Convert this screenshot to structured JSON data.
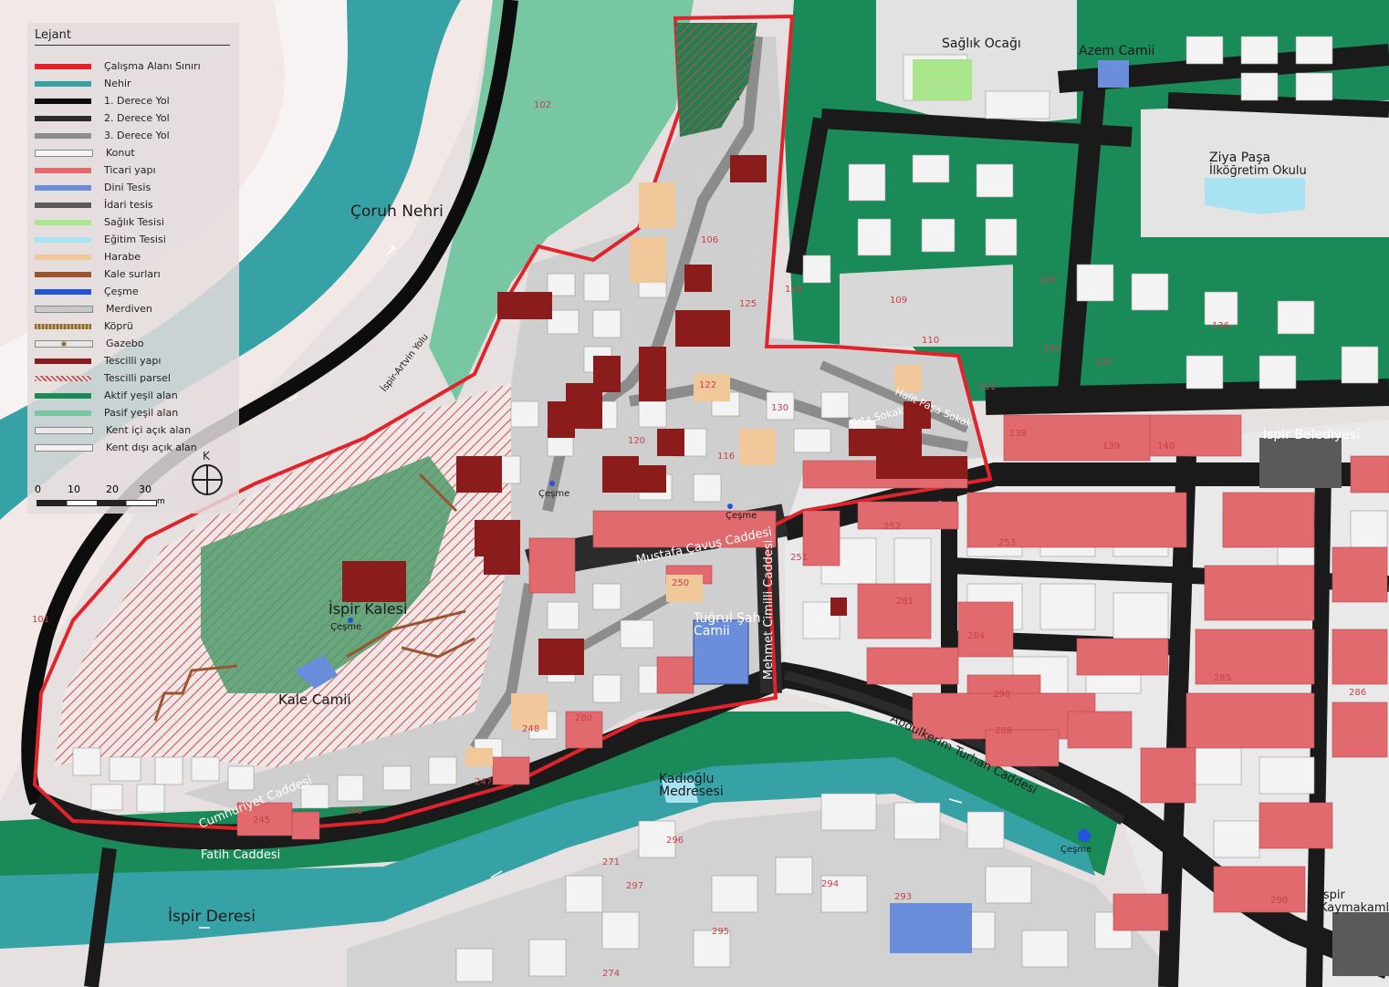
{
  "legend": {
    "title": "Lejant",
    "items": [
      {
        "label": "Çalışma Alanı Sınırı",
        "color": "#e3232b"
      },
      {
        "label": "Nehir",
        "color": "#37a2a6"
      },
      {
        "label": "1. Derece Yol",
        "color": "#0d0d0d"
      },
      {
        "label": "2. Derece Yol",
        "color": "#2b2b2b"
      },
      {
        "label": "3. Derece Yol",
        "color": "#8c8c8c"
      },
      {
        "label": "Konut",
        "color": "#f3f3f3"
      },
      {
        "label": "Ticari yapı",
        "color": "#e06a6e"
      },
      {
        "label": "Dini Tesis",
        "color": "#6a8ddc"
      },
      {
        "label": "İdari tesis",
        "color": "#5a5a5a"
      },
      {
        "label": "Sağlık Tesisi",
        "color": "#a9e68c"
      },
      {
        "label": "Eğitim Tesisi",
        "color": "#a9e3f2"
      },
      {
        "label": "Harabe",
        "color": "#f0c89a"
      },
      {
        "label": "Kale surları",
        "color": "#9b5430"
      },
      {
        "label": "Çeşme",
        "color": "#2255dd"
      },
      {
        "label": "Merdiven",
        "color": "#c9c9c9"
      },
      {
        "label": "Köprü",
        "color": "#8a6a3a"
      },
      {
        "label": "Gazebo",
        "color": "#e6e6e6"
      },
      {
        "label": "Tescilli yapı",
        "color": "#8b1c1c"
      },
      {
        "label": "Tescilli parsel",
        "color": "#d88a8a"
      },
      {
        "label": "Aktif yeşil alan",
        "color": "#1a8a58"
      },
      {
        "label": "Pasif yeşil alan",
        "color": "#78c7a3"
      },
      {
        "label": "Kent içi açık alan",
        "color": "#e9e9e9"
      },
      {
        "label": "Kent dışı açık alan",
        "color": "#f6efef"
      }
    ],
    "scale_ticks": [
      "0",
      "10",
      "20",
      "30"
    ],
    "scale_unit": "m",
    "north": "K"
  },
  "labels": {
    "coruh": "Çoruh Nehri",
    "ispir_deresi": "İspir Deresi",
    "saglik": "Sağlık Ocağı",
    "azem": "Azem Camii",
    "ziya1": "Ziya Paşa",
    "ziya2": "İlköğretim Okulu",
    "belediye": "İspir Belediyesi",
    "kalesi": "İspir Kalesi",
    "kale_camii": "Kale Camii",
    "tugrul1": "Tuğrul Şah",
    "tugrul2": "Camii",
    "kadioglu1": "Kadıoğlu",
    "kadioglu2": "Medresesi",
    "kaymakam1": "İspir",
    "kaymakam2": "Kaymakamlığı",
    "cesme": "Çeşme"
  },
  "roads": {
    "ispir_artvin": "İspir-Artvin Yolu",
    "mustafa": "Mustafa Çavuş Caddesi",
    "mehmet": "Mehmet Cimilli Caddesi",
    "abdulkerim": "Abdulkerim Turhan Caddesi",
    "cumhuriyet": "Cumhuriyet Caddesi",
    "fatih": "Fatih Caddesi",
    "halit": "Halit Paşa Sokak",
    "orta": "Orta Sokak"
  },
  "parcel_numbers": [
    "102",
    "101",
    "106",
    "125",
    "124",
    "109",
    "110",
    "111",
    "133",
    "134",
    "136",
    "137",
    "138",
    "139",
    "140",
    "120",
    "116",
    "122",
    "130",
    "250",
    "251",
    "252",
    "253",
    "248",
    "247",
    "246",
    "245",
    "280",
    "281",
    "284",
    "285",
    "286",
    "288",
    "290",
    "293",
    "294",
    "295",
    "296",
    "297",
    "274",
    "271",
    "298"
  ]
}
